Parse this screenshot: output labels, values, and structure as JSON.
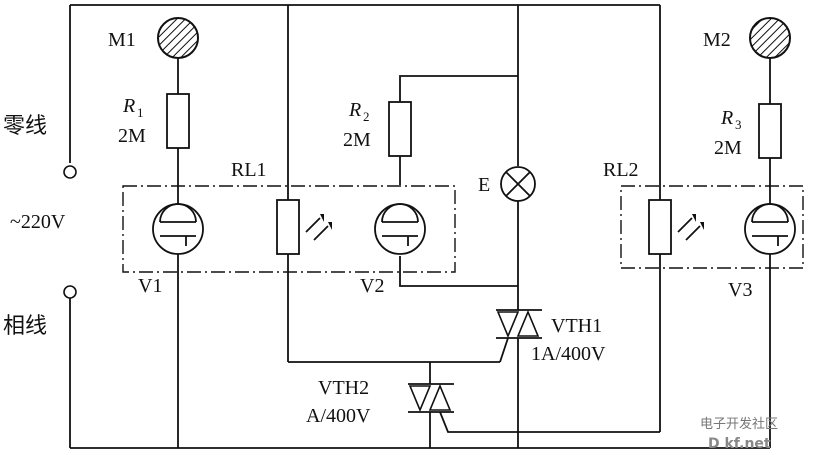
{
  "labels": {
    "m1": "M1",
    "m2": "M2",
    "r1_letter": "R",
    "r1_sub": "1",
    "r1_value": "2M",
    "r2_letter": "R",
    "r2_sub": "2",
    "r2_value": "2M",
    "r3_letter": "R",
    "r3_sub": "3",
    "r3_value": "2M",
    "neutral_line": "零线",
    "phase_line": "相线",
    "voltage": "~220V",
    "rl1": "RL1",
    "rl2": "RL2",
    "v1": "V1",
    "v2": "V2",
    "v3": "V3",
    "lamp": "E",
    "vth1_name": "VTH1",
    "vth1_rating": "1A/400V",
    "vth2_name": "VTH2",
    "vth2_rating": "A/400V"
  },
  "watermark": {
    "line1": "电子开发社区",
    "line2": "D  kf.net"
  }
}
